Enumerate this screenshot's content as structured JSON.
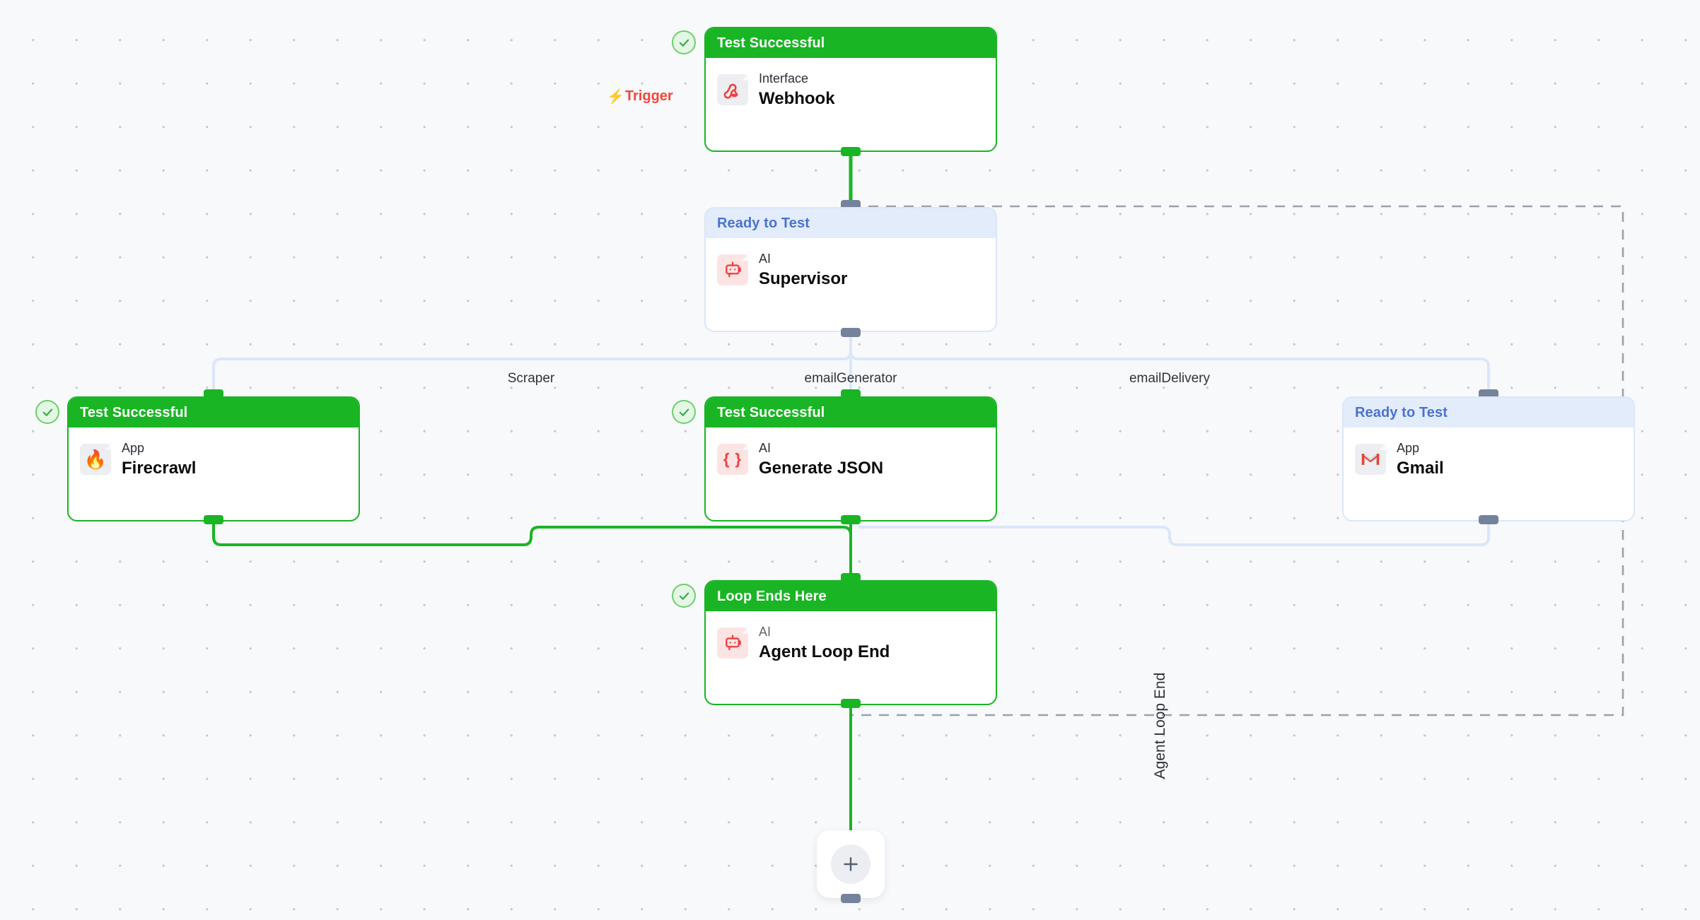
{
  "canvas": {
    "background_color": "#f8f9fb",
    "dot_color": "#c7ccd6"
  },
  "colors": {
    "success": "#19b524",
    "ready": "#e3ecfb",
    "ready_text": "#4a72d0",
    "trigger": "#f5453a",
    "inactive_edge": "#dbe6fa",
    "handle_slate": "#74839b",
    "loop_boundary": "#9aa2ae"
  },
  "trigger": {
    "label": "Trigger",
    "icon": "lightning-bolt-icon"
  },
  "nodes": [
    {
      "id": "webhook",
      "status": "Test Successful",
      "status_type": "success",
      "kind": "Interface",
      "title": "Webhook",
      "icon": "webhook-icon",
      "icon_bg": "grey",
      "has_check_badge": true
    },
    {
      "id": "supervisor",
      "status": "Ready to Test",
      "status_type": "ready",
      "kind": "AI",
      "title": "Supervisor",
      "icon": "robot-icon",
      "icon_bg": "pink",
      "has_check_badge": false
    },
    {
      "id": "firecrawl",
      "status": "Test Successful",
      "status_type": "success",
      "kind": "App",
      "title": "Firecrawl",
      "icon": "flame-icon",
      "icon_bg": "grey",
      "has_check_badge": true
    },
    {
      "id": "generate-json",
      "status": "Test Successful",
      "status_type": "success",
      "kind": "AI",
      "title": "Generate JSON",
      "icon": "curly-braces-icon",
      "icon_bg": "pink",
      "has_check_badge": true
    },
    {
      "id": "gmail",
      "status": "Ready to Test",
      "status_type": "ready",
      "kind": "App",
      "title": "Gmail",
      "icon": "gmail-icon",
      "icon_bg": "grey",
      "has_check_badge": false
    },
    {
      "id": "agent-loop-end",
      "status": "Loop Ends Here",
      "status_type": "success",
      "kind": "AI",
      "title": "Agent Loop End",
      "icon": "robot-icon",
      "icon_bg": "pink",
      "has_check_badge": true
    }
  ],
  "branch_labels": [
    {
      "id": "scraper",
      "text": "Scraper"
    },
    {
      "id": "email-generator",
      "text": "emailGenerator"
    },
    {
      "id": "email-delivery",
      "text": "emailDelivery"
    }
  ],
  "loop_boundary": {
    "label": "Agent Loop End"
  },
  "add_button": {
    "icon": "plus-icon"
  }
}
